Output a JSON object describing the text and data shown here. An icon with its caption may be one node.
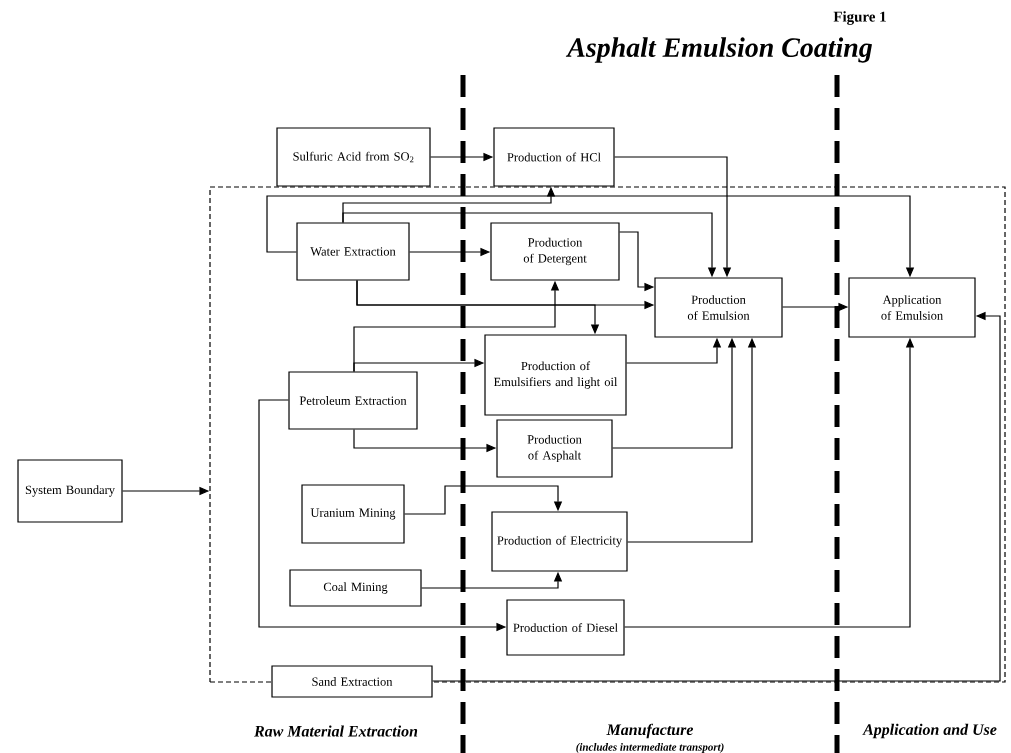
{
  "diagram": {
    "title": "Asphalt Emulsion Coating",
    "nodes": [
      {
        "text": [
          "Sulfuric Acid from SO$_{2}$"
        ]
      },
      {
        "text": [
          "Production of HCl"
        ]
      },
      {
        "text": [],
        "shape": "box"
      },
      {
        "text": [
          "Water Extraction"
        ],
        "in": 2
      },
      {
        "text": [
          "Production of Detergent"
        ],
        "in": 2
      },
      {
        "text": [
          "Production of Emulsion"
        ],
        "in": 2
      },
      {
        "text": [
          "Application of Emulsion"
        ],
        "in": 2
      },
      {
        "text": [
          "Petroleum Extraction"
        ],
        "in": 2
      },
      {
        "text": [
          "Production of Emulsifiers and light oil"
        ],
        "in": 2
      },
      {
        "text": [
          "Production of Asphalt"
        ],
        "in": 2
      },
      {
        "text": [
          "Uranium Mining"
        ],
        "in": 2
      },
      {
        "text": [
          "Production of Electricity"
        ],
        "in": 2
      },
      {
        "text": [
          "Coal Mining"
        ],
        "in": 2
      },
      {
        "text": [
          "Production of Diesel"
        ],
        "in": 2
      },
      {
        "text": [
          "Sand Extraction"
        ]
      },
      {
        "text": [
          "System Boundary"
        ]
      }
    ],
    "edges": [
      {
        "from": 0,
        "to": 1,
        "arrow": "to"
      },
      {
        "from": 1,
        "to": 5,
        "arrow": "to"
      },
      {
        "from": 3,
        "to": 6,
        "arrow": "to"
      },
      {
        "from": 3,
        "to": 1,
        "arrow": "to"
      },
      {
        "from": 3,
        "to": 5,
        "arrow": "to"
      },
      {
        "from": 3,
        "to": 4,
        "arrow": "to"
      },
      {
        "from": 3,
        "to": 5,
        "arrow": "to"
      },
      {
        "from": 3,
        "to": 8,
        "arrow": "to"
      },
      {
        "from": 4,
        "to": 5,
        "arrow": "to"
      },
      {
        "from": 7,
        "to": 4,
        "arrow": "to"
      },
      {
        "from": 7,
        "to": 8,
        "arrow": "to"
      },
      {
        "from": 7,
        "to": 13,
        "arrow": "to"
      },
      {
        "from": 7,
        "to": 9,
        "arrow": "to"
      },
      {
        "from": 8,
        "to": 5,
        "arrow": "to"
      },
      {
        "from": 9,
        "to": 5,
        "arrow": "to"
      },
      {
        "from": 11,
        "to": 5,
        "arrow": "to"
      },
      {
        "from": 10,
        "to": 11,
        "arrow": "to"
      },
      {
        "from": 12,
        "to": 11,
        "arrow": "to"
      },
      {
        "from": 5,
        "to": 6,
        "arrow": "to"
      },
      {
        "from": 13,
        "to": 6,
        "arrow": "to"
      },
      {
        "from": 14,
        "to": 6,
        "arrow": "to"
      },
      {
        "from": 15,
        "to": 2,
        "arrow": "to"
      }
    ],
    "labels": [
      "Figure 1",
      "Raw Material Extraction",
      "Manufacture",
      "(includes intermediate transport)",
      "Application and Use"
    ]
  }
}
